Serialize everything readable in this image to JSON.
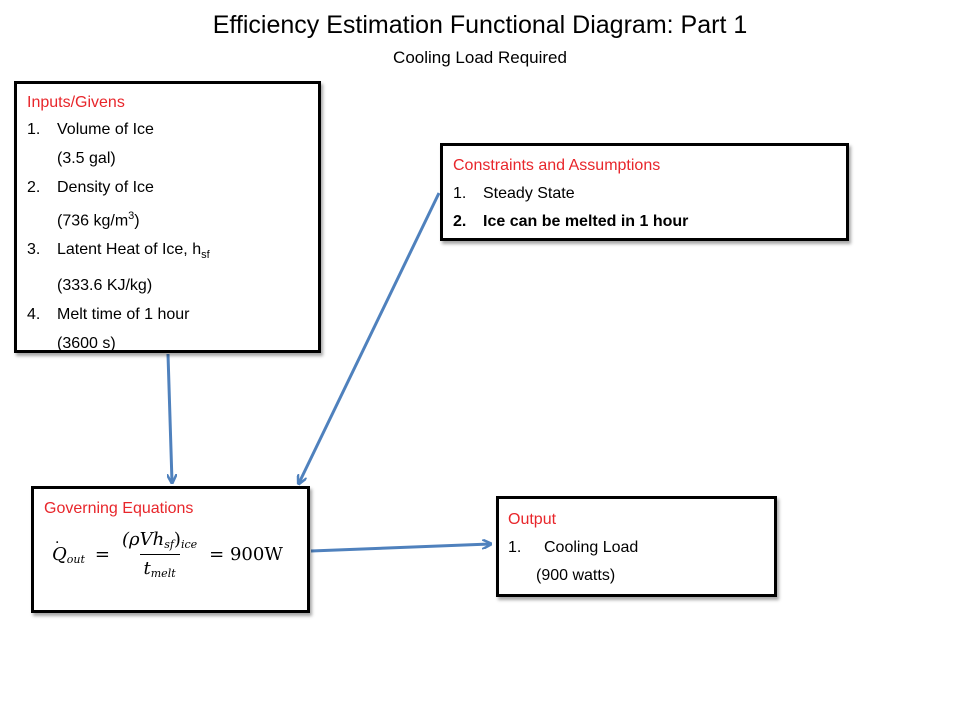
{
  "header": {
    "title": "Efficiency Estimation Functional Diagram: Part 1",
    "subtitle": "Cooling Load Required"
  },
  "inputs": {
    "heading": "Inputs/Givens",
    "items": [
      {
        "num": "1.",
        "label": "Volume of Ice",
        "detail": "(3.5 gal)"
      },
      {
        "num": "2.",
        "label": "Density of Ice",
        "detail_prefix": "(736 kg/m",
        "detail_sup": "3",
        "detail_suffix": ")"
      },
      {
        "num": "3.",
        "label": "Latent Heat of Ice, h",
        "label_sub": "sf",
        "detail": "(333.6 KJ/kg)"
      },
      {
        "num": "4.",
        "label": "Melt time of 1 hour",
        "detail": "(3600 s)"
      }
    ]
  },
  "constraints": {
    "heading": "Constraints and Assumptions",
    "items": [
      {
        "num": "1.",
        "label": "Steady State"
      },
      {
        "num": "2.",
        "label": "Ice can be melted in 1 hour"
      }
    ]
  },
  "governing": {
    "heading": "Governing Equations",
    "equation": {
      "lhs": "Q",
      "lhs_sub": "out",
      "numerator_main": "(ρVh",
      "numerator_sub": "sf",
      "numerator_close": ")",
      "numerator_sub2": "ice",
      "denominator": "t",
      "denominator_sub": "melt",
      "result": "= 900W"
    }
  },
  "output": {
    "heading": "Output",
    "items": [
      {
        "num": "1.",
        "label": "Cooling Load",
        "detail": "(900 watts)"
      }
    ]
  },
  "colors": {
    "heading": "#e8262b",
    "arrow": "#4f81bd",
    "border": "#000000"
  }
}
